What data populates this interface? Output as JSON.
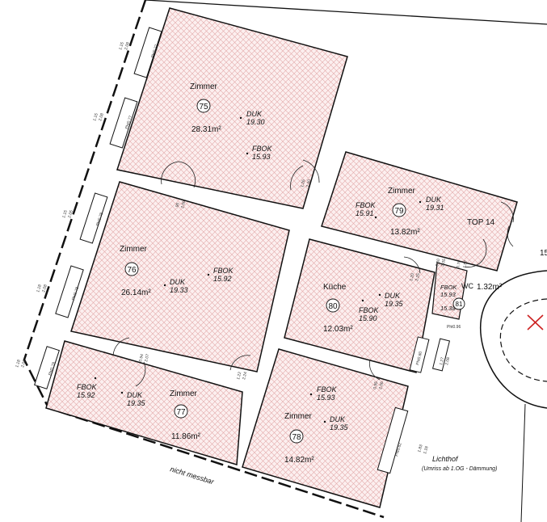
{
  "rooms": [
    {
      "id": "r75",
      "name": "Zimmer",
      "number": "75",
      "area": "28.31m²"
    },
    {
      "id": "r76",
      "name": "Zimmer",
      "number": "76",
      "area": "26.14m²"
    },
    {
      "id": "r77",
      "name": "Zimmer",
      "number": "77",
      "area": "11.86m²"
    },
    {
      "id": "r78",
      "name": "Zimmer",
      "number": "78",
      "area": "14.82m²"
    },
    {
      "id": "r79",
      "name": "Zimmer",
      "number": "79",
      "area": "13.82m²"
    },
    {
      "id": "r80",
      "name": "Küche",
      "number": "80",
      "area": "12.03m²"
    },
    {
      "id": "r81",
      "name": "WC",
      "number": "81",
      "area": "1.32m²"
    }
  ],
  "levels": {
    "r75": {
      "duk": "DUK",
      "duk_val": "19.30",
      "fbok": "FBOK",
      "fbok_val": "15.93"
    },
    "r76": {
      "duk": "DUK",
      "duk_val": "19.33",
      "fbok": "FBOK",
      "fbok_val": "15.92"
    },
    "r77": {
      "duk": "DUK",
      "duk_val": "19.35",
      "fbok": "FBOK",
      "fbok_val": "15.92"
    },
    "r78": {
      "duk": "DUK",
      "duk_val": "19.35",
      "fbok": "FBOK",
      "fbok_val": "15.93"
    },
    "r79": {
      "duk": "DUK",
      "duk_val": "19.31",
      "fbok": "FBOK",
      "fbok_val": "15.91"
    },
    "r80": {
      "duk": "DUK",
      "duk_val": "19.35",
      "fbok": "FBOK",
      "fbok_val": "15.90"
    },
    "r81": {
      "fbok": "FBOK",
      "fbok_val": "15.93",
      "extra_val": "15.38"
    }
  },
  "labels": {
    "unit": "TOP 14",
    "unit_partial": "15",
    "not_measurable": "nicht messbar",
    "courtyard": "Lichthof",
    "courtyard_note": "(Umriss ab 1.OG - Dämmung)"
  },
  "door_dims": {
    "d75_79": [
      "1.26",
      "2.40"
    ],
    "d75_76": [
      ".95",
      "2.06"
    ],
    "d80_top": [
      "1.20",
      "2.25"
    ],
    "d80_right": [
      "0.50",
      "2.05"
    ],
    "d78_top": [
      "0.95",
      "2.06"
    ],
    "d76_77": [
      "0.94",
      "2.07"
    ],
    "d77_78": [
      "1.22",
      "2.24"
    ]
  },
  "window_dims": {
    "w75a": [
      "1.15",
      "2.08",
      "Pht0.77"
    ],
    "w75b": [
      "1.15",
      "2.08",
      "Pht0.77"
    ],
    "w76a": [
      "1.15",
      "2.05",
      "Pht0.78"
    ],
    "w76b": [
      "1.18",
      "2.08",
      "Pht0.78"
    ],
    "w77": [
      "1.18",
      "2.06",
      "Pht0.78"
    ],
    "w78": [
      "1.83",
      "1.18",
      "Pht0.82"
    ],
    "wc": [
      "0.70",
      "1.57",
      "Pht0.96"
    ],
    "w80r": [
      "1.27",
      "2.08",
      "Pht0.80"
    ]
  }
}
